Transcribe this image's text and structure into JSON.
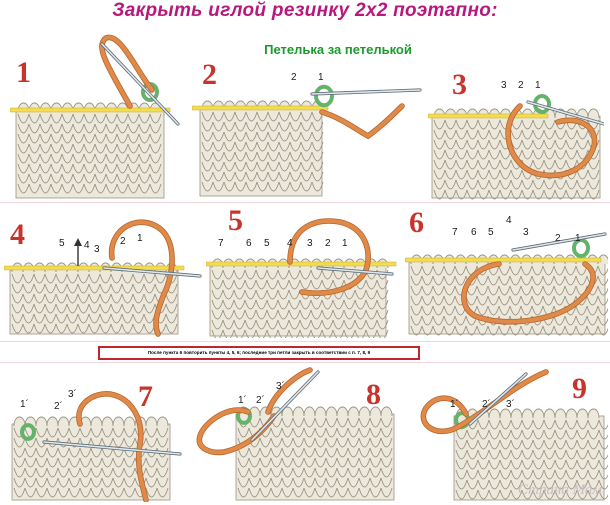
{
  "title": "Закрыть иглой резинку 2х2  поэтапно:",
  "subtitle": "Петелька за петелькой",
  "note": "После пункта 6 повторить пункты  4, 5, 6;  последние  три  петли  закрыть в соответствии с п. 7, 8, 9",
  "watermark": "Страна Мам",
  "colors": {
    "title": "#b8187c",
    "subtitle": "#1d9a2e",
    "number": "#c8332c",
    "label": "#1a1a1a",
    "yarn": "#e08a4a",
    "yarn_dark": "#b8652c",
    "knit": "#ece8dc",
    "knit_line": "#9b9483",
    "loop_green": "#64b36a",
    "needle_strip": "#f2dc52",
    "note_border": "#c0262d"
  },
  "steps": [
    {
      "number": "1",
      "labels": []
    },
    {
      "number": "2",
      "labels": [
        "2",
        "1"
      ]
    },
    {
      "number": "3",
      "labels": [
        "3",
        "2",
        "1"
      ]
    },
    {
      "number": "4",
      "labels": [
        "5",
        "4",
        "3",
        "2",
        "1"
      ]
    },
    {
      "number": "5",
      "labels": [
        "7",
        "6",
        "5",
        "4",
        "3",
        "2",
        "1"
      ]
    },
    {
      "number": "6",
      "labels": [
        "7",
        "6",
        "5",
        "4",
        "3",
        "2",
        "1"
      ]
    },
    {
      "number": "7",
      "labels": [
        "1´",
        "2´",
        "3´"
      ]
    },
    {
      "number": "8",
      "labels": [
        "1´",
        "2´",
        "3´"
      ]
    },
    {
      "number": "9",
      "labels": [
        "1´",
        "2´",
        "3´"
      ]
    }
  ]
}
